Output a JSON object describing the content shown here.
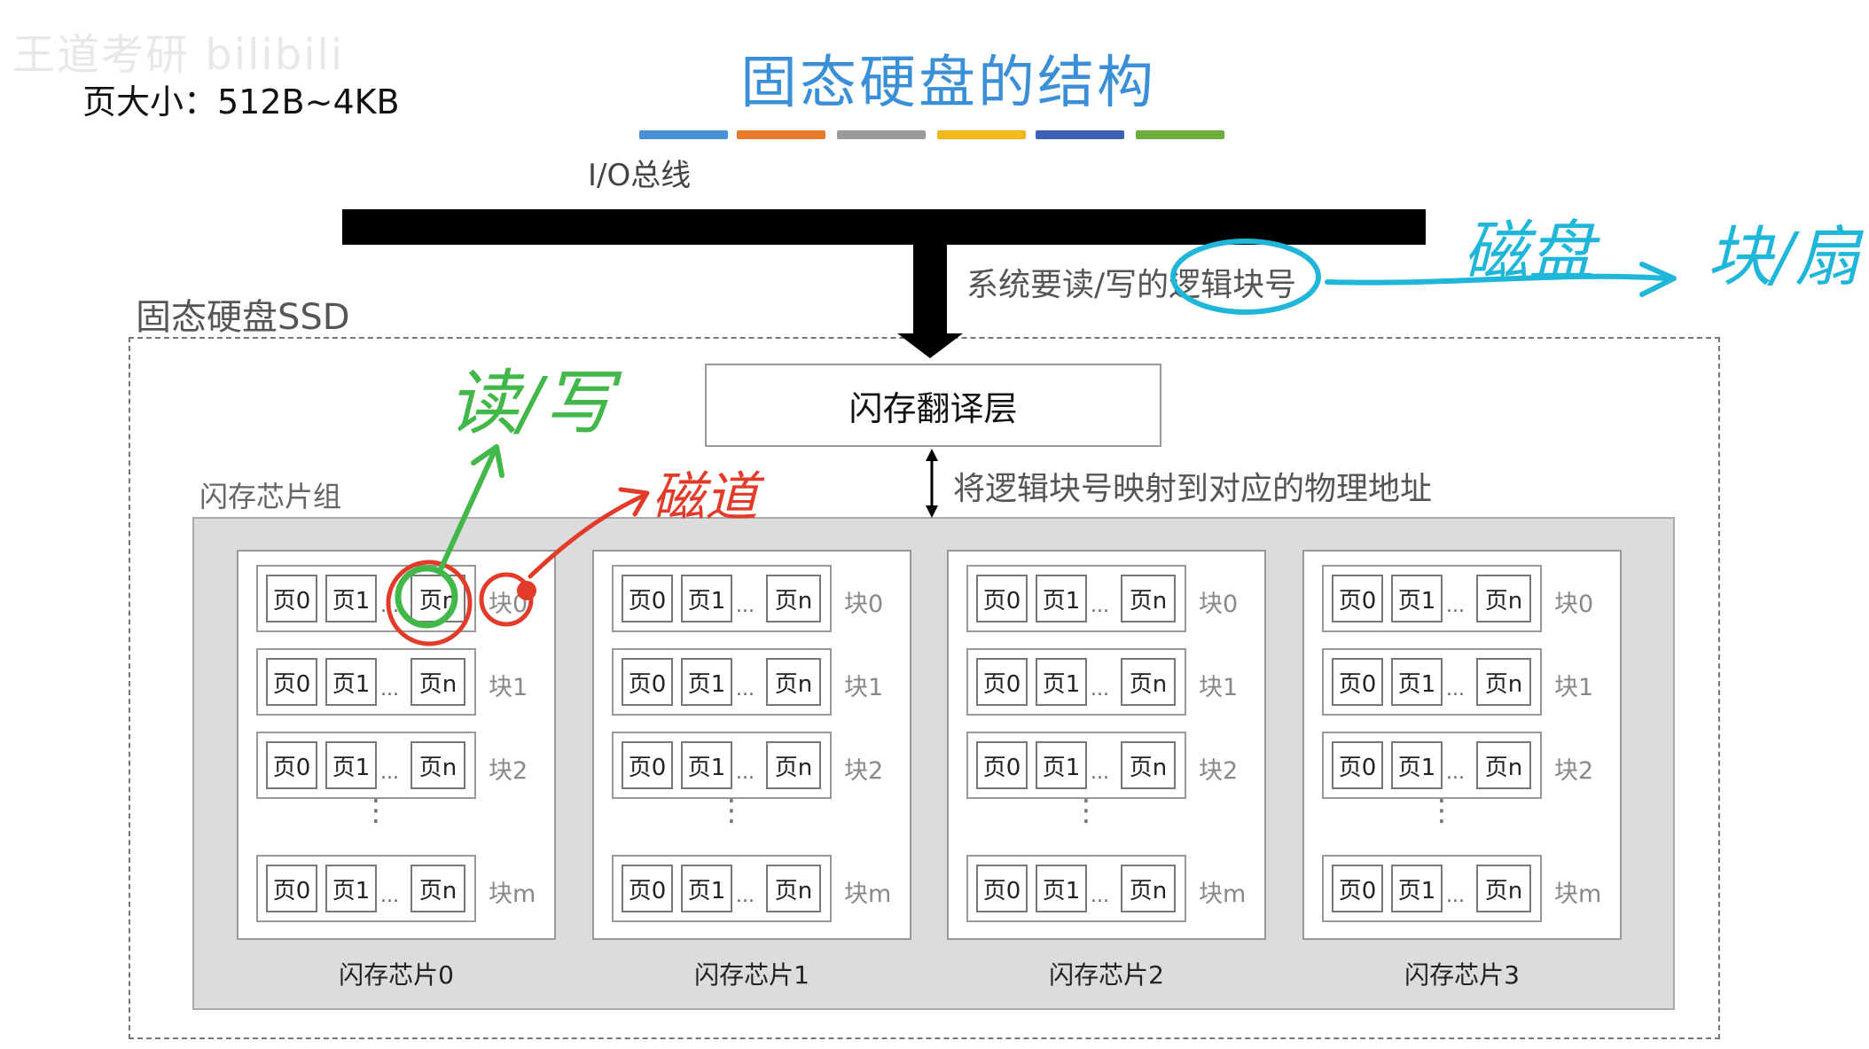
{
  "watermark": "王道考研 bilibili",
  "page_size_text": "页大小：512B~4KB",
  "title": "固态硬盘的结构",
  "colors": {
    "title": "#3b8fd6",
    "bars": [
      "#4a90d6",
      "#e87b2b",
      "#9a9a9a",
      "#f2b81b",
      "#3c62b7",
      "#6cae3e"
    ]
  },
  "io_bus_label": "I/O总线",
  "system_label": "系统要读/写的逻辑块号",
  "ssd_label": "固态硬盘SSD",
  "ftl_label": "闪存翻译层",
  "mapping_label": "将逻辑块号映射到对应的物理地址",
  "chip_group_label": "闪存芯片组",
  "page_labels": {
    "p0": "页0",
    "p1": "页1",
    "pn": "页n",
    "dots": "...",
    "vdots": "⋮"
  },
  "chips": [
    {
      "label": "闪存芯片0",
      "blocks": [
        "块0",
        "块1",
        "块2",
        "块m"
      ]
    },
    {
      "label": "闪存芯片1",
      "blocks": [
        "块0",
        "块1",
        "块2",
        "块m"
      ]
    },
    {
      "label": "闪存芯片2",
      "blocks": [
        "块0",
        "块1",
        "块2",
        "块m"
      ]
    },
    {
      "label": "闪存芯片3",
      "blocks": [
        "块0",
        "块1",
        "块2",
        "块m"
      ]
    }
  ],
  "annotations": {
    "disk": "磁盘",
    "block_sector": "块/扇",
    "read_write": "读/写",
    "track": "磁道"
  }
}
